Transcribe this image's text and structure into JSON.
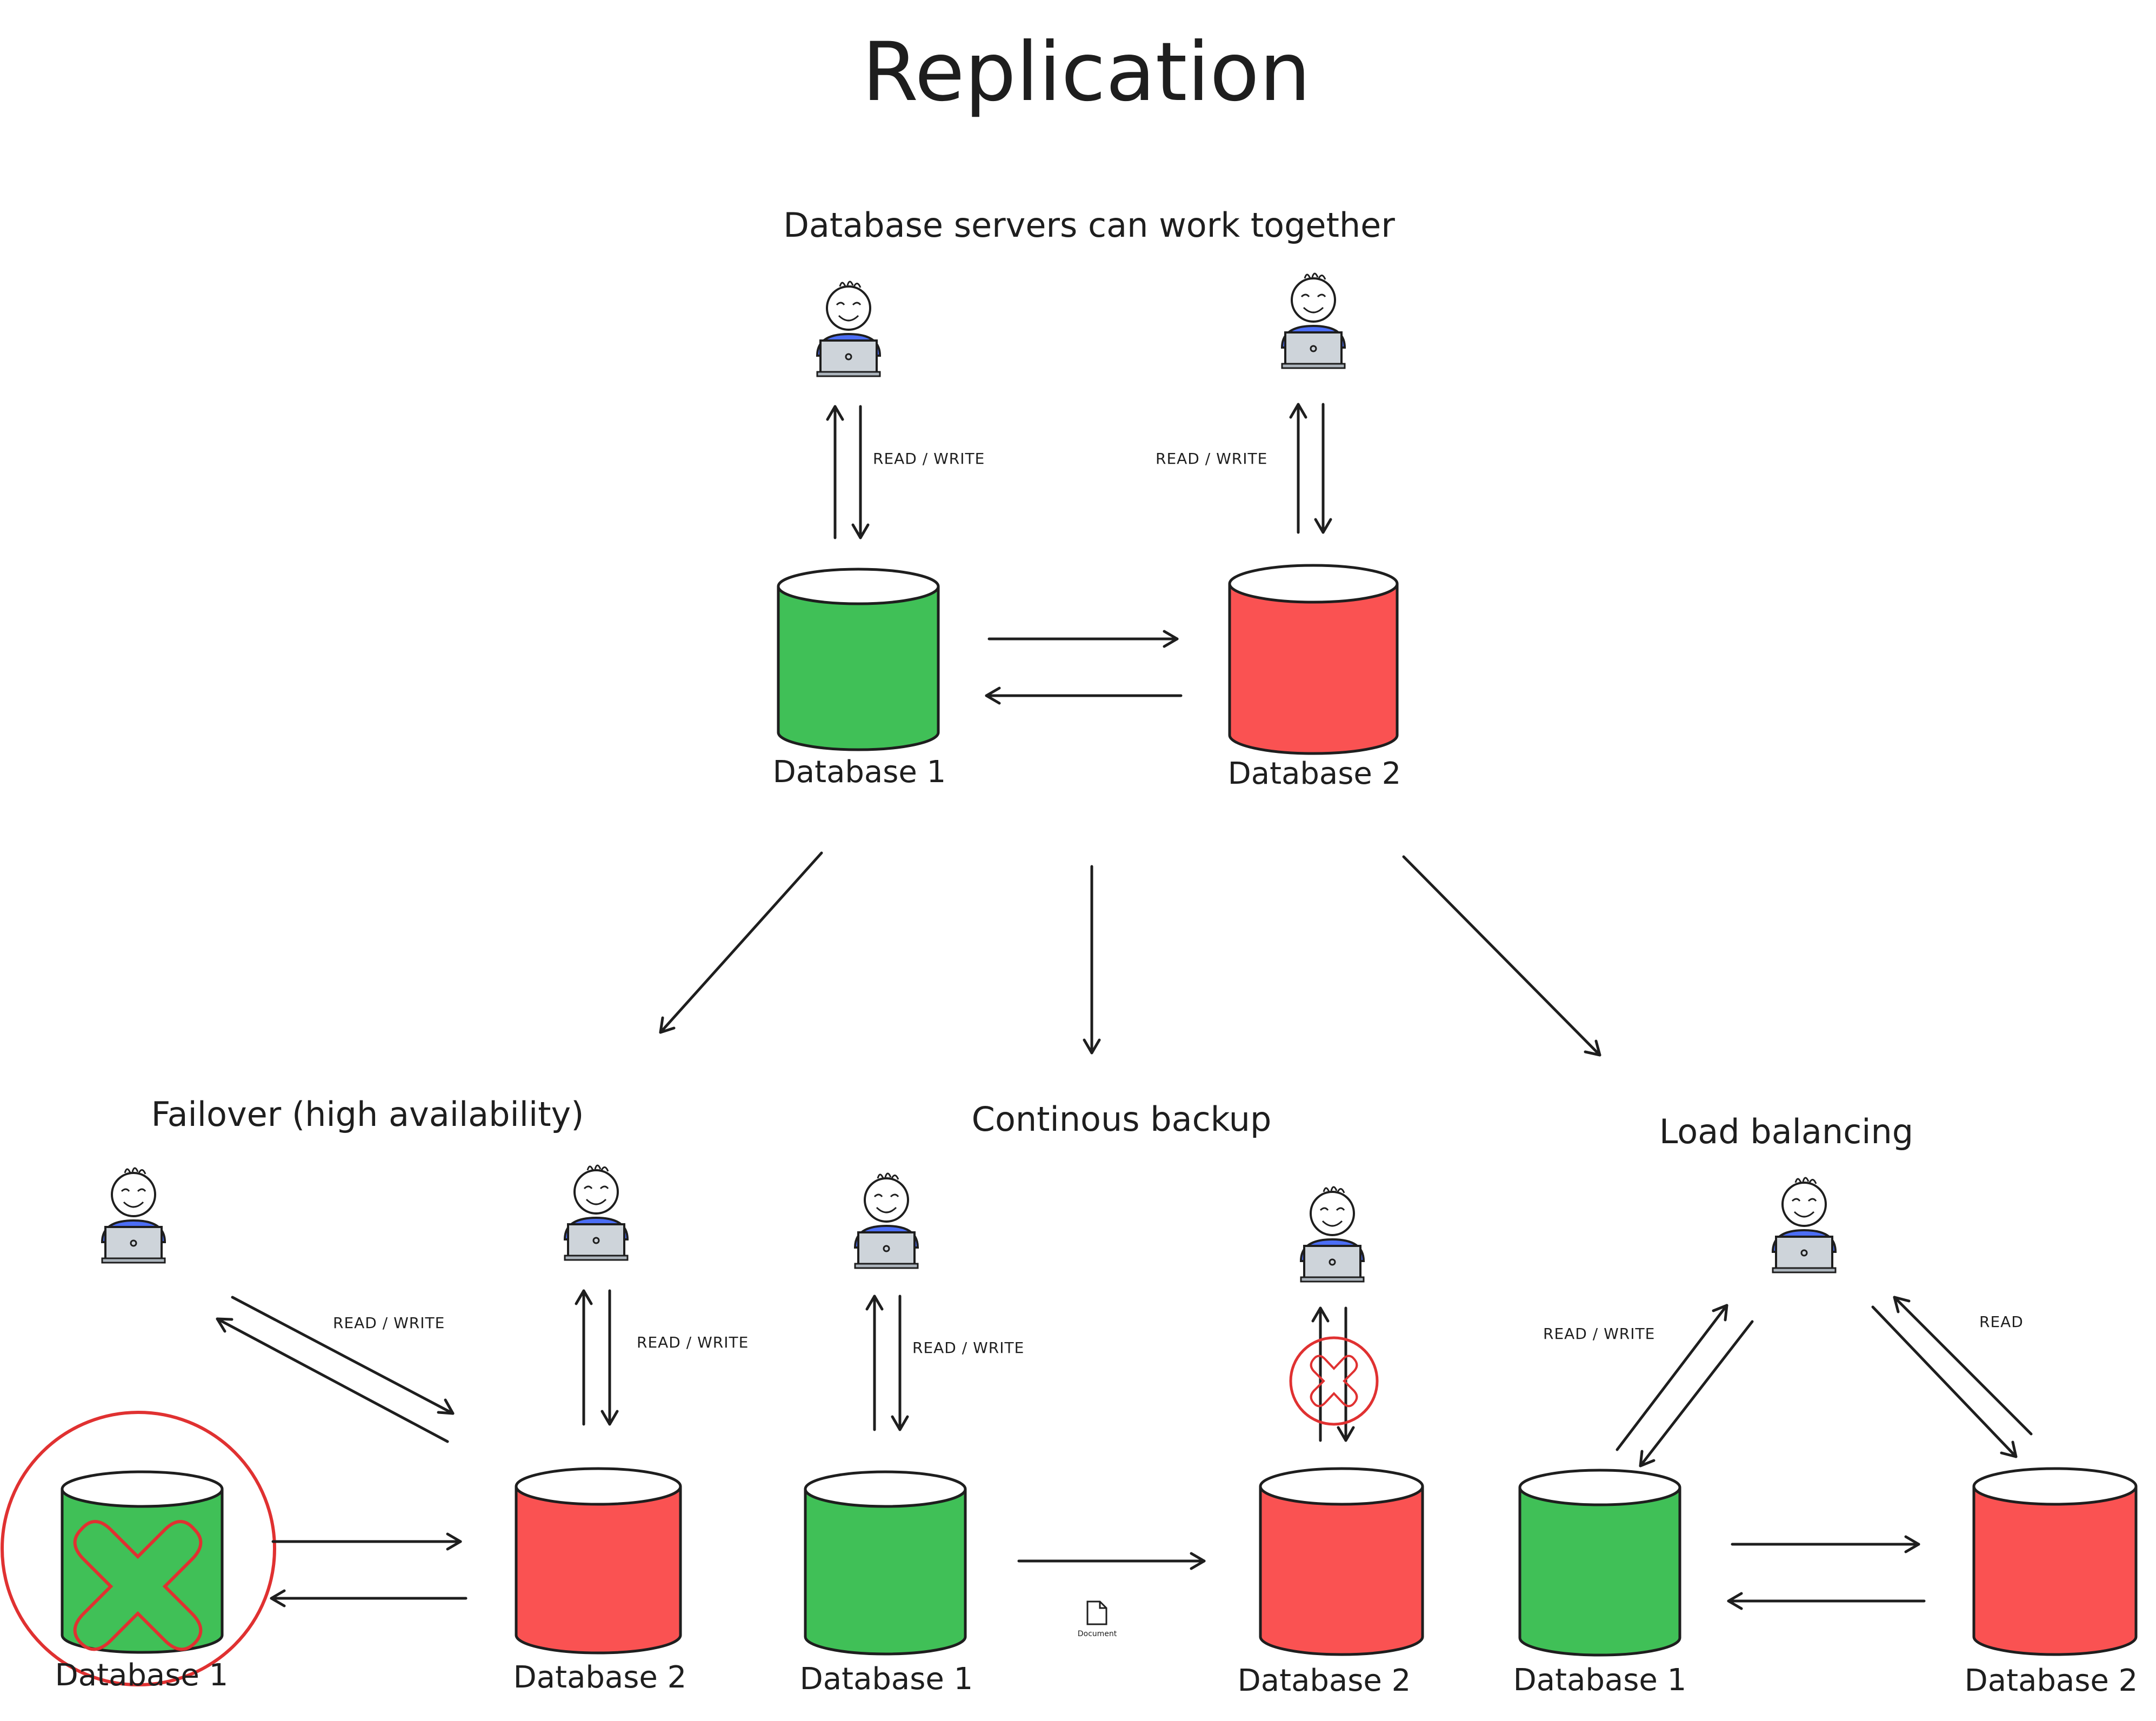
{
  "title": "Replication",
  "top": {
    "heading": "Database servers can work together",
    "db1_label": "Database 1",
    "db2_label": "Database 2",
    "rw_left": "READ / WRITE",
    "rw_right": "READ / WRITE"
  },
  "failover": {
    "heading": "Failover (high availability)",
    "db1_label": "Database 1",
    "db2_label": "Database 2",
    "rw_diag": "READ / WRITE",
    "rw_db2": "READ / WRITE"
  },
  "backup": {
    "heading": "Continous backup",
    "db1_label": "Database 1",
    "db2_label": "Database 2",
    "rw_db1": "READ / WRITE",
    "document_label": "Document"
  },
  "loadbalancing": {
    "heading": "Load balancing",
    "db1_label": "Database 1",
    "db2_label": "Database 2",
    "rw_db1": "READ / WRITE",
    "read_db2": "READ"
  },
  "colors": {
    "primary_db": "#40c057",
    "replica_db": "#fa5252",
    "failure_mark": "#e03131",
    "user_shirt": "#4c6ef5",
    "laptop": "#ced4da",
    "ink": "#1e1e1e"
  },
  "icons": [
    "user-laptop-icon",
    "database-icon",
    "failure-x-icon",
    "document-icon"
  ]
}
